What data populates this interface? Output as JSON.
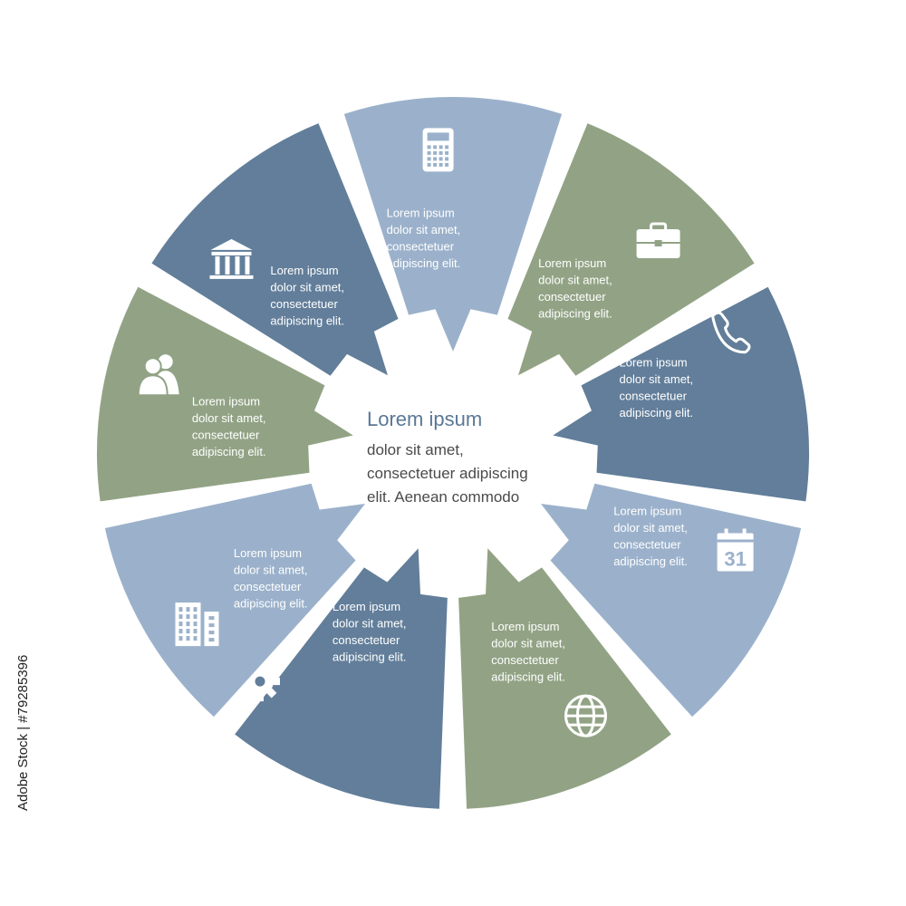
{
  "center": {
    "title": "Lorem ipsum",
    "lines": [
      "dolor sit amet,",
      "consectetuer adipiscing",
      "elit. Aenean commodo"
    ]
  },
  "colors": {
    "dark": "#627e9a",
    "light": "#9bb1cb",
    "green": "#92a385",
    "title": "#5a7896"
  },
  "segments": [
    {
      "icon": "globe-icon",
      "color": "green",
      "lines": [
        "Lorem ipsum",
        "dolor sit amet,",
        "consectetuer",
        "adipiscing elit."
      ]
    },
    {
      "icon": "gear-icon",
      "color": "dark",
      "lines": [
        "Lorem ipsum",
        "dolor sit amet,",
        "consectetuer",
        "adipiscing elit."
      ]
    },
    {
      "icon": "buildings-icon",
      "color": "light",
      "lines": [
        "Lorem ipsum",
        "dolor sit amet,",
        "consectetuer",
        "adipiscing elit."
      ]
    },
    {
      "icon": "people-icon",
      "color": "green",
      "lines": [
        "Lorem ipsum",
        "dolor sit amet,",
        "consectetuer",
        "adipiscing elit."
      ]
    },
    {
      "icon": "bank-icon",
      "color": "dark",
      "lines": [
        "Lorem ipsum",
        "dolor sit amet,",
        "consectetuer",
        "adipiscing elit."
      ]
    },
    {
      "icon": "calculator-icon",
      "color": "light",
      "lines": [
        "Lorem ipsum",
        "dolor sit amet,",
        "consectetuer",
        "adipiscing elit."
      ]
    },
    {
      "icon": "briefcase-icon",
      "color": "green",
      "lines": [
        "Lorem ipsum",
        "dolor sit amet,",
        "consectetuer",
        "adipiscing elit."
      ]
    },
    {
      "icon": "phone-icon",
      "color": "dark",
      "lines": [
        "Lorem ipsum",
        "dolor sit amet,",
        "consectetuer",
        "adipiscing elit."
      ]
    },
    {
      "icon": "calendar-icon",
      "color": "light",
      "lines": [
        "Lorem ipsum",
        "dolor sit amet,",
        "consectetuer",
        "adipiscing elit."
      ]
    }
  ],
  "calendar_day": "31",
  "stock_id": "Adobe Stock | #79285396"
}
